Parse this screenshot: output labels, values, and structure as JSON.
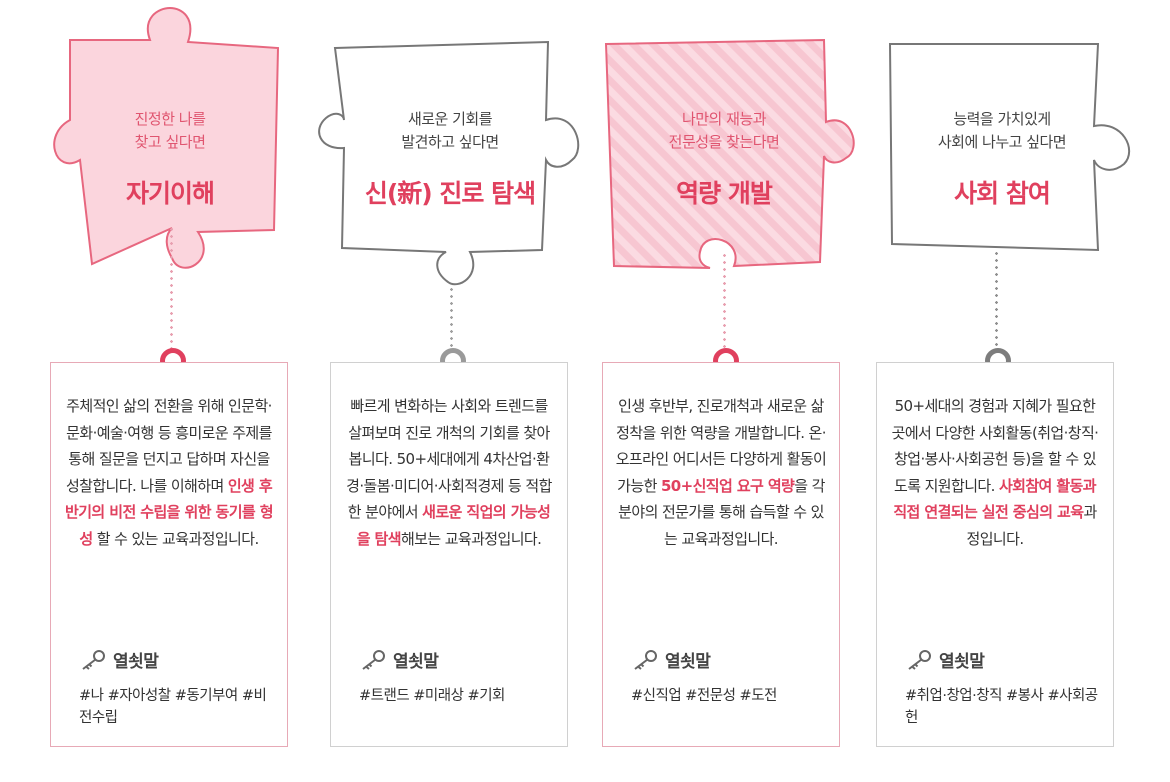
{
  "columns": [
    {
      "subtitle_line1": "진정한 나를",
      "subtitle_line2": "찾고 싶다면",
      "title": "자기이해",
      "desc_1": "주체적인 삶의 전환을 위해 인문학·문화·예술·여행 등 흥미로운 주제를 통해 질문을 던지고 답하며 자신을 성찰합니다. 나를 이해하며 ",
      "desc_hl": "인생 후반기의 비전 수립을 위한 동기를 형성",
      "desc_2": " 할 수 있는 교육과정입니다.",
      "keyword_title": "열쇳말",
      "tags": "#나 #자아성찰 #동기부여 #비전수립",
      "key_icon": "key-icon"
    },
    {
      "subtitle_line1": "새로운 기회를",
      "subtitle_line2": "발견하고 싶다면",
      "title": "신(新) 진로 탐색",
      "desc_1": "빠르게 변화하는 사회와 트렌드를 살펴보며 진로 개척의 기회를 찾아봅니다. 50+세대에게 4차산업·환경·돌봄·미디어·사회적경제 등 적합한 분야에서 ",
      "desc_hl": "새로운 직업의 가능성을 탐색",
      "desc_2": "해보는 교육과정입니다.",
      "keyword_title": "열쇳말",
      "tags": "#트랜드 #미래상 #기회",
      "key_icon": "key-icon"
    },
    {
      "subtitle_line1": "나만의 재능과",
      "subtitle_line2": "전문성을 찾는다면",
      "title": "역량 개발",
      "desc_1": "인생 후반부, 진로개척과 새로운 삶 정착을 위한 역량을 개발합니다. 온·오프라인 어디서든 다양하게 활동이 가능한 ",
      "desc_hl": "50+신직업 요구 역량",
      "desc_2": "을 각 분야의 전문가를 통해 습득할 수 있는 교육과정입니다.",
      "keyword_title": "열쇳말",
      "tags": "#신직업 #전문성 #도전",
      "key_icon": "key-icon"
    },
    {
      "subtitle_line1": "능력을 가치있게",
      "subtitle_line2": "사회에 나누고 싶다면",
      "title": "사회 참여",
      "desc_1": "50+세대의 경험과 지혜가 필요한 곳에서 다양한 사회활동(취업·창직·창업·봉사·사회공헌 등)을 할 수 있도록 지원합니다. ",
      "desc_hl": "사회참여 활동과 직접 연결되는 실전 중심의 교육",
      "desc_2": "과정입니다.",
      "keyword_title": "열쇳말",
      "tags": "#취업·창업·창직 #봉사 #사회공헌",
      "key_icon": "key-icon"
    }
  ],
  "colors": {
    "accent": "#e0405e",
    "pink_fill": "#fbd5dd",
    "pink_stroke": "#e7677f",
    "gray_stroke": "#777777"
  }
}
